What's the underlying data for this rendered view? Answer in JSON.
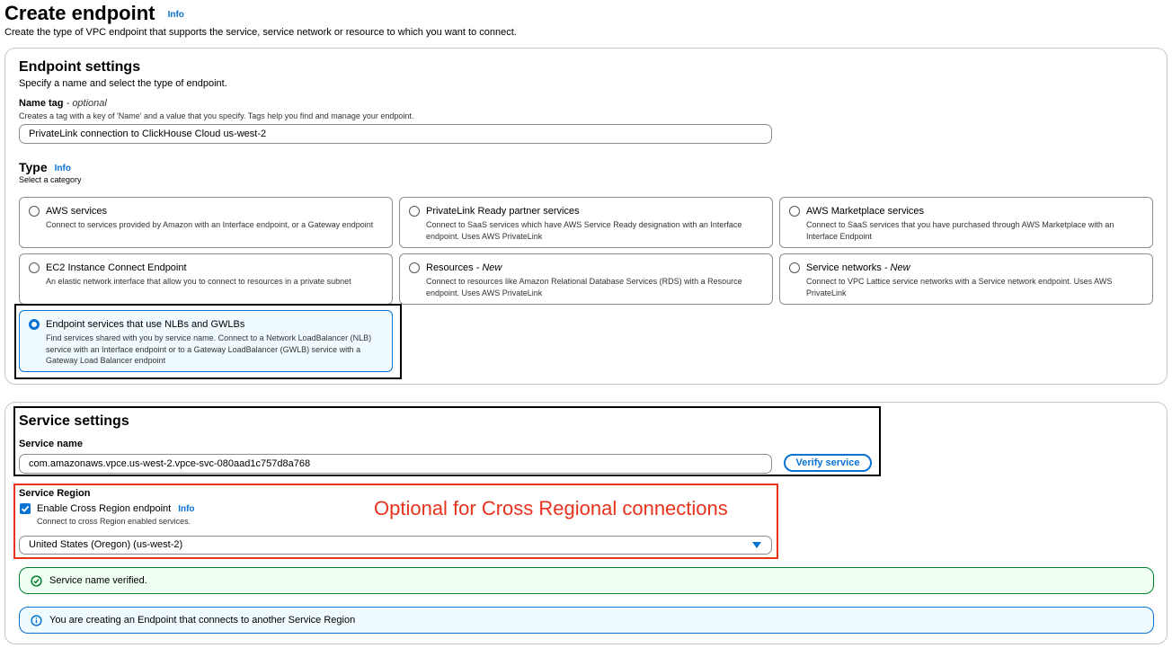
{
  "header": {
    "title": "Create endpoint",
    "info": "Info",
    "description": "Create the type of VPC endpoint that supports the service, service network or resource to which you want to connect."
  },
  "endpoint_settings": {
    "title": "Endpoint settings",
    "description": "Specify a name and select the type of endpoint.",
    "name_tag": {
      "label": "Name tag",
      "optional": "- optional",
      "hint": "Creates a tag with a key of 'Name' and a value that you specify. Tags help you find and manage your endpoint.",
      "value": "PrivateLink connection to ClickHouse Cloud us-west-2"
    },
    "type": {
      "label": "Type",
      "info": "Info",
      "hint": "Select a category",
      "options": [
        {
          "title": "AWS services",
          "badge": "",
          "desc": "Connect to services provided by Amazon with an Interface endpoint, or a Gateway endpoint",
          "selected": false
        },
        {
          "title": "PrivateLink Ready partner services",
          "badge": "",
          "desc": "Connect to SaaS services which have AWS Service Ready designation with an Interface endpoint. Uses AWS PrivateLink",
          "selected": false
        },
        {
          "title": "AWS Marketplace services",
          "badge": "",
          "desc": "Connect to SaaS services that you have purchased through AWS Marketplace with an Interface Endpoint",
          "selected": false
        },
        {
          "title": "EC2 Instance Connect Endpoint",
          "badge": "",
          "desc": "An elastic network interface that allow you to connect to resources in a private subnet",
          "selected": false
        },
        {
          "title": "Resources",
          "badge": " - New",
          "desc": "Connect to resources like Amazon Relational Database Services (RDS) with a Resource endpoint. Uses AWS PrivateLink",
          "selected": false
        },
        {
          "title": "Service networks",
          "badge": " - New",
          "desc": "Connect to VPC Lattice service networks with a Service network endpoint. Uses AWS PrivateLink",
          "selected": false
        },
        {
          "title": "Endpoint services that use NLBs and GWLBs",
          "badge": "",
          "desc": "Find services shared with you by service name. Connect to a Network LoadBalancer (NLB) service with an Interface endpoint or to a Gateway LoadBalancer (GWLB) service with a Gateway Load Balancer endpoint",
          "selected": true
        }
      ]
    }
  },
  "service_settings": {
    "title": "Service settings",
    "service_name_label": "Service name",
    "service_name_value": "com.amazonaws.vpce.us-west-2.vpce-svc-080aad1c757d8a768",
    "verify_button": "Verify service",
    "region_label": "Service Region",
    "cross_region_label": "Enable Cross Region endpoint",
    "cross_region_info": "Info",
    "cross_region_hint": "Connect to cross Region enabled services.",
    "cross_region_checked": true,
    "region_value": "United States (Oregon) (us-west-2)",
    "annotation": "Optional for Cross Regional connections",
    "success_message": "Service name verified.",
    "info_message": "You are creating an Endpoint that connects to another Service Region"
  },
  "colors": {
    "accent": "#0972d3",
    "success": "#00802f",
    "annotation": "#e8321c"
  }
}
